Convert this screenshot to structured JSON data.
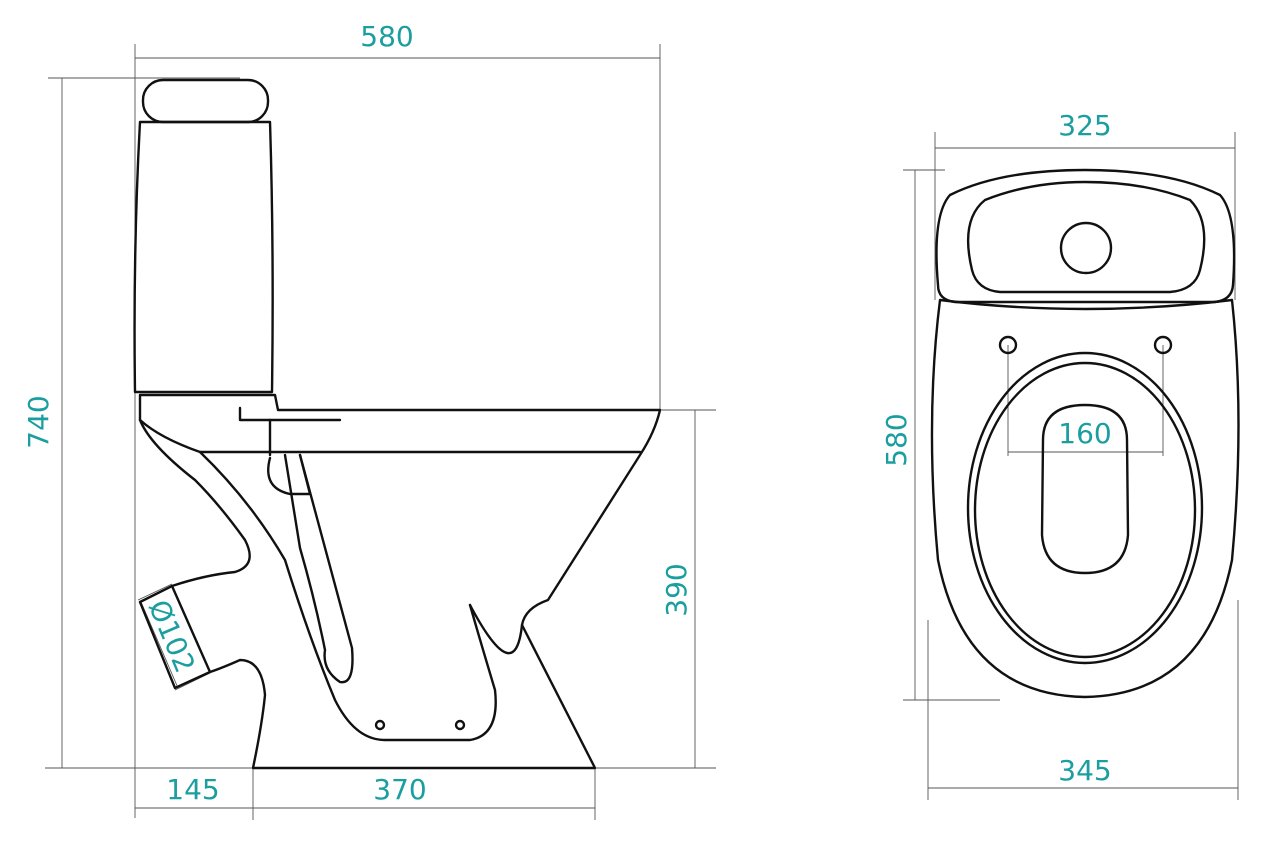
{
  "title": "Toilet dimensional drawing",
  "accent_color": "#1b9ea0",
  "side_view": {
    "width": "580",
    "height": "740",
    "bowl_height": "390",
    "outlet_offset": "145",
    "base_length": "370",
    "outlet_diameter": "Ø102"
  },
  "top_view": {
    "tank_width": "325",
    "depth": "580",
    "bowl_width": "345",
    "bolt_spacing": "160"
  }
}
